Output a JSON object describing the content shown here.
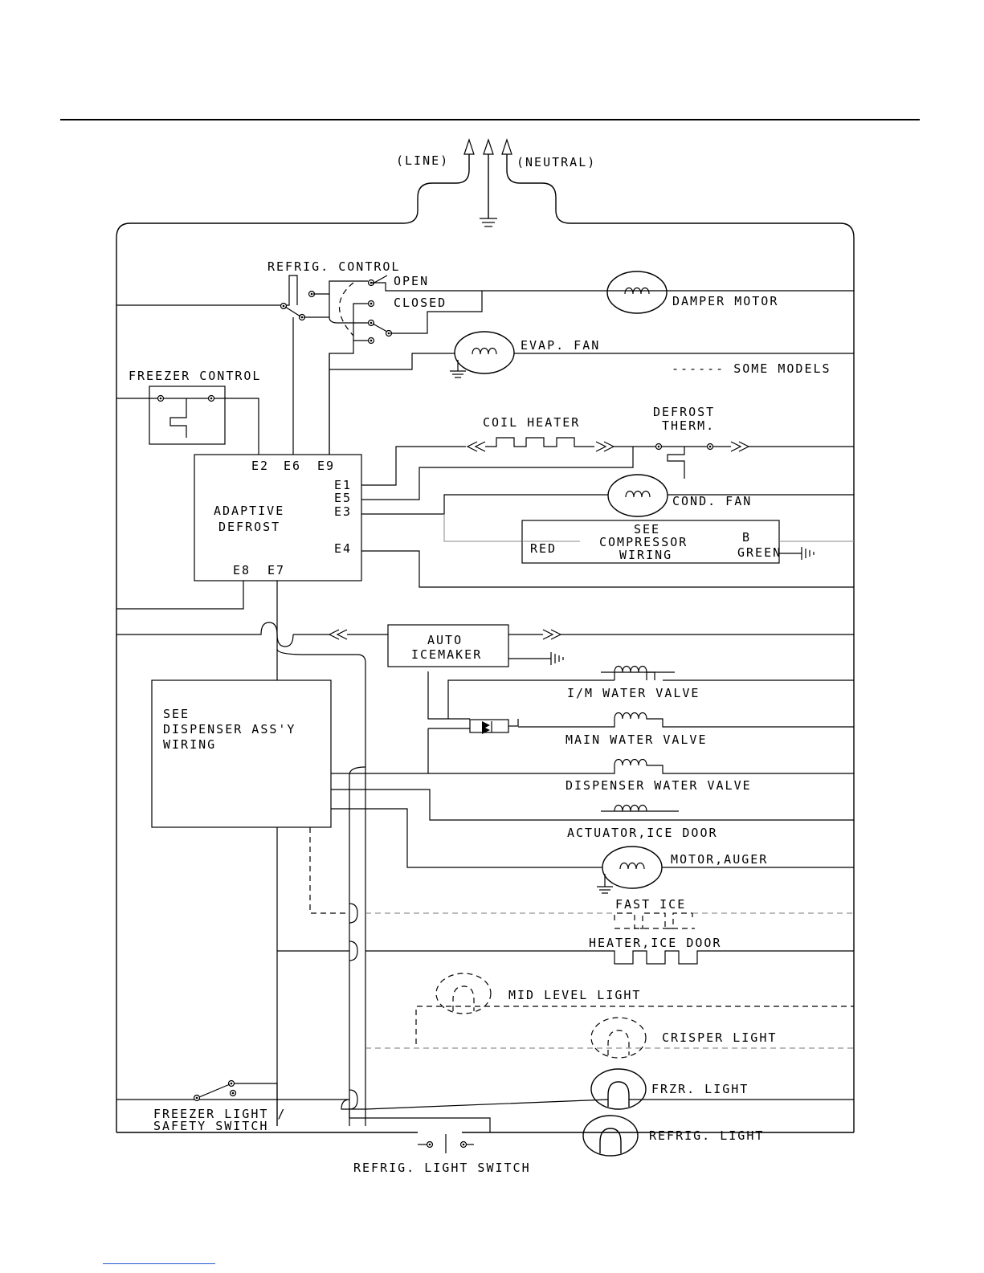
{
  "labels": {
    "line": "(LINE)",
    "neutral": "(NEUTRAL)",
    "refrig_control": "REFRIG. CONTROL",
    "open": "OPEN",
    "closed": "CLOSED",
    "damper_motor": "DAMPER MOTOR",
    "evap_fan": "EVAP. FAN",
    "some_models": "------ SOME MODELS",
    "freezer_control": "FREEZER CONTROL",
    "coil_heater": "COIL HEATER",
    "defrost_therm_1": "DEFROST",
    "defrost_therm_2": "THERM.",
    "adaptive_1": "ADAPTIVE",
    "adaptive_2": "DEFROST",
    "e2": "E2",
    "e6": "E6",
    "e9": "E9",
    "e1": "E1",
    "e5": "E5",
    "e3": "E3",
    "e4": "E4",
    "e8": "E8",
    "e7": "E7",
    "cond_fan": "COND. FAN",
    "see_comp_1": "SEE",
    "see_comp_2": "COMPRESSOR",
    "see_comp_3": "WIRING",
    "red": "RED",
    "b": "B",
    "green": "GREEN",
    "auto_1": "AUTO",
    "auto_2": "ICEMAKER",
    "see_disp_1": "SEE",
    "see_disp_2": "DISPENSER ASS'Y",
    "see_disp_3": "WIRING",
    "im_water_valve": "I/M WATER VALVE",
    "main_water_valve": "MAIN WATER VALVE",
    "dispenser_water_valve": "DISPENSER WATER VALVE",
    "actuator_ice_door": "ACTUATOR,ICE DOOR",
    "motor_auger": "MOTOR,AUGER",
    "fast_ice": "FAST ICE",
    "heater_ice_door": "HEATER,ICE DOOR",
    "mid_level_light": "MID LEVEL LIGHT",
    "crisper_light": "CRISPER LIGHT",
    "frzr_light": "FRZR. LIGHT",
    "refrig_light": "REFRIG. LIGHT",
    "freezer_light_1": "FREEZER LIGHT /",
    "freezer_light_2": "SAFETY SWITCH",
    "refrig_light_switch": "REFRIG. LIGHT SWITCH"
  }
}
